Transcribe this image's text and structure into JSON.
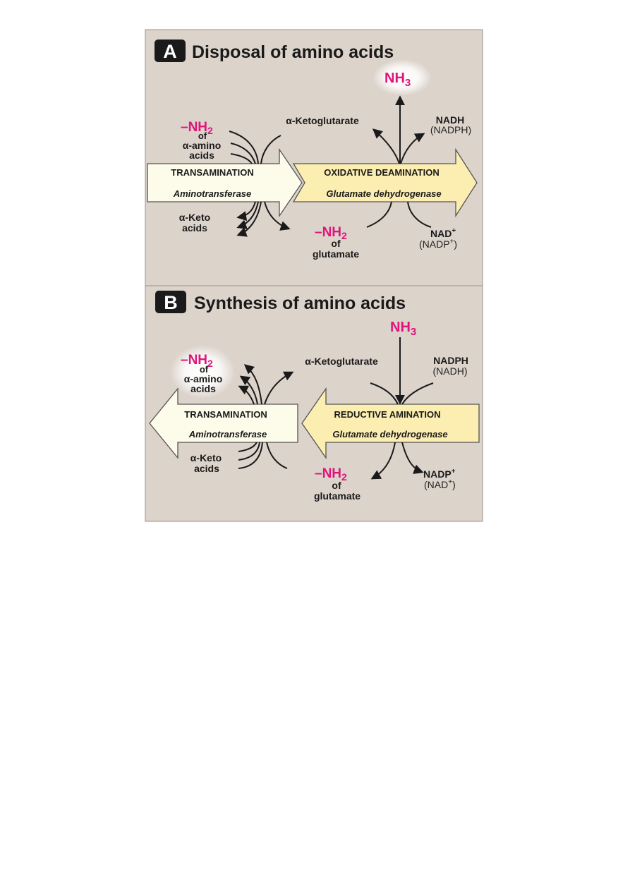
{
  "colors": {
    "panel_bg": "#dcd3cb",
    "accent": "#e0147a",
    "transamination_arrow": "#fdfbe9",
    "glutamate_arrow": "#fbeeb0",
    "label_box": "#1a1a1a"
  },
  "panel_a": {
    "letter": "A",
    "title": "Disposal of amino acids",
    "nh3": "NH",
    "nh3_sub": "3",
    "nh2_group": "–NH",
    "nh2_sub": "2",
    "of": "of",
    "alpha_amino": "α-amino",
    "acids": "acids",
    "alpha_keto": "α-Keto",
    "keto_acids": "acids",
    "ketoglutarate": "α-Ketoglutarate",
    "transamination": "TRANSAMINATION",
    "aminotransferase": "Aminotransferase",
    "oxidative_deamination": "OXIDATIVE DEAMINATION",
    "enzyme": "Glutamate dehydrogenase",
    "glu_nh2": "–NH",
    "glu_nh2_sub": "2",
    "glu_of": "of",
    "glutamate": "glutamate",
    "nadh": "NADH",
    "nadph_paren": "(NADPH)",
    "nad": "NAD",
    "nad_sup": "+",
    "nadp_paren": "(NADP",
    "nadp_sup": "+",
    "nadp_close": ")"
  },
  "panel_b": {
    "letter": "B",
    "title": "Synthesis of amino acids",
    "nh3": "NH",
    "nh3_sub": "3",
    "nh2_group": "–NH",
    "nh2_sub": "2",
    "of": "of",
    "alpha_amino": "α-amino",
    "acids": "acids",
    "alpha_keto": "α-Keto",
    "keto_acids": "acids",
    "ketoglutarate": "α-Ketoglutarate",
    "transamination": "TRANSAMINATION",
    "aminotransferase": "Aminotransferase",
    "reductive_amination": "REDUCTIVE AMINATION",
    "enzyme": "Glutamate dehydrogenase",
    "glu_nh2": "–NH",
    "glu_nh2_sub": "2",
    "glu_of": "of",
    "glutamate": "glutamate",
    "nadph": "NADPH",
    "nadh_paren": "(NADH)",
    "nadp": "NADP",
    "nadp_sup": "+",
    "nad_paren": "(NAD",
    "nad_sup": "+",
    "nad_close": ")"
  }
}
